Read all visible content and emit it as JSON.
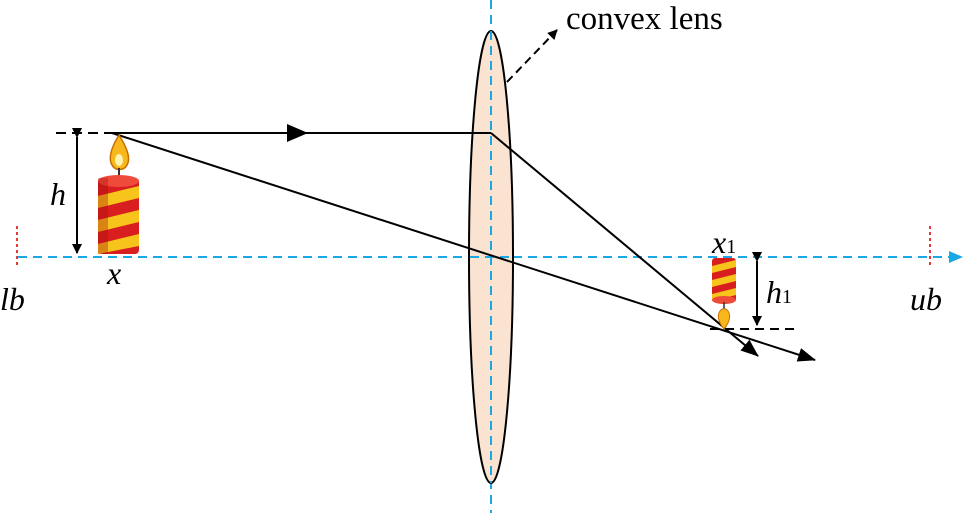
{
  "labels": {
    "lens": "convex lens",
    "object_height": "h",
    "object_position": "x",
    "image_position_base": "x",
    "image_position_sub": "1",
    "image_height_base": "h",
    "image_height_sub": "1",
    "lower_bound": "lb",
    "upper_bound": "ub"
  },
  "colors": {
    "axis": "#1aa7e6",
    "bound_marker": "#e53935",
    "lens_fill": "#fbe3d2",
    "lens_stroke": "#000000",
    "ray": "#000000",
    "candle_body": "#d81e1e",
    "candle_stripe": "#f6c41b",
    "flame_outer": "#f8b81b",
    "flame_inner": "#fff3b0"
  }
}
